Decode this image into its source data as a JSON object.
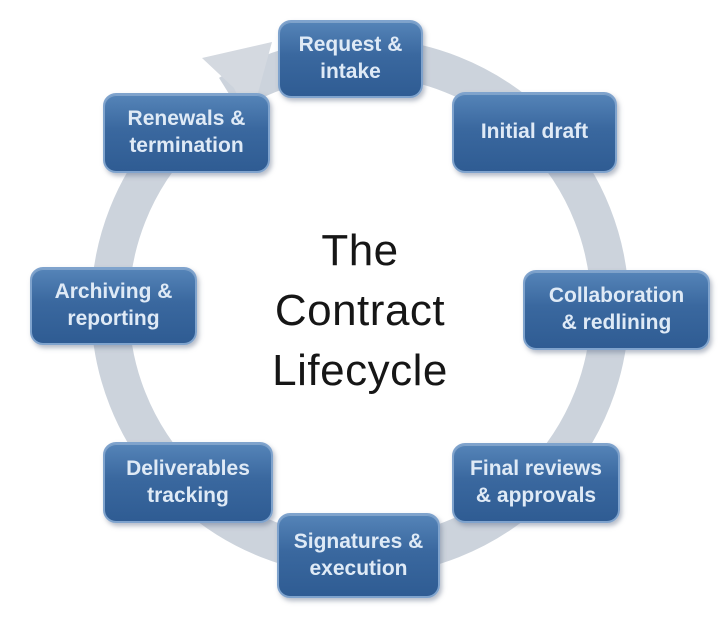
{
  "diagram": {
    "center_title": "The\nContract\nLifecycle",
    "nodes": [
      {
        "id": "request-intake",
        "label": "Request &\nintake"
      },
      {
        "id": "initial-draft",
        "label": "Initial draft"
      },
      {
        "id": "collaboration-redlining",
        "label": "Collaboration\n& redlining"
      },
      {
        "id": "final-reviews-approvals",
        "label": "Final reviews\n& approvals"
      },
      {
        "id": "signatures-execution",
        "label": "Signatures &\nexecution"
      },
      {
        "id": "deliverables-tracking",
        "label": "Deliverables\ntracking"
      },
      {
        "id": "archiving-reporting",
        "label": "Archiving &\nreporting"
      },
      {
        "id": "renewals-termination",
        "label": "Renewals &\ntermination"
      }
    ],
    "flow_direction": "clockwise",
    "colors": {
      "node_fill_top": "#5584b8",
      "node_fill_bottom": "#2f5c93",
      "node_border": "#7fa3cd",
      "node_text": "#dfeaf6",
      "ring": "#ccd3dc",
      "arrow": "#d4d9e0",
      "title_text": "#161616",
      "background": "#ffffff"
    }
  }
}
